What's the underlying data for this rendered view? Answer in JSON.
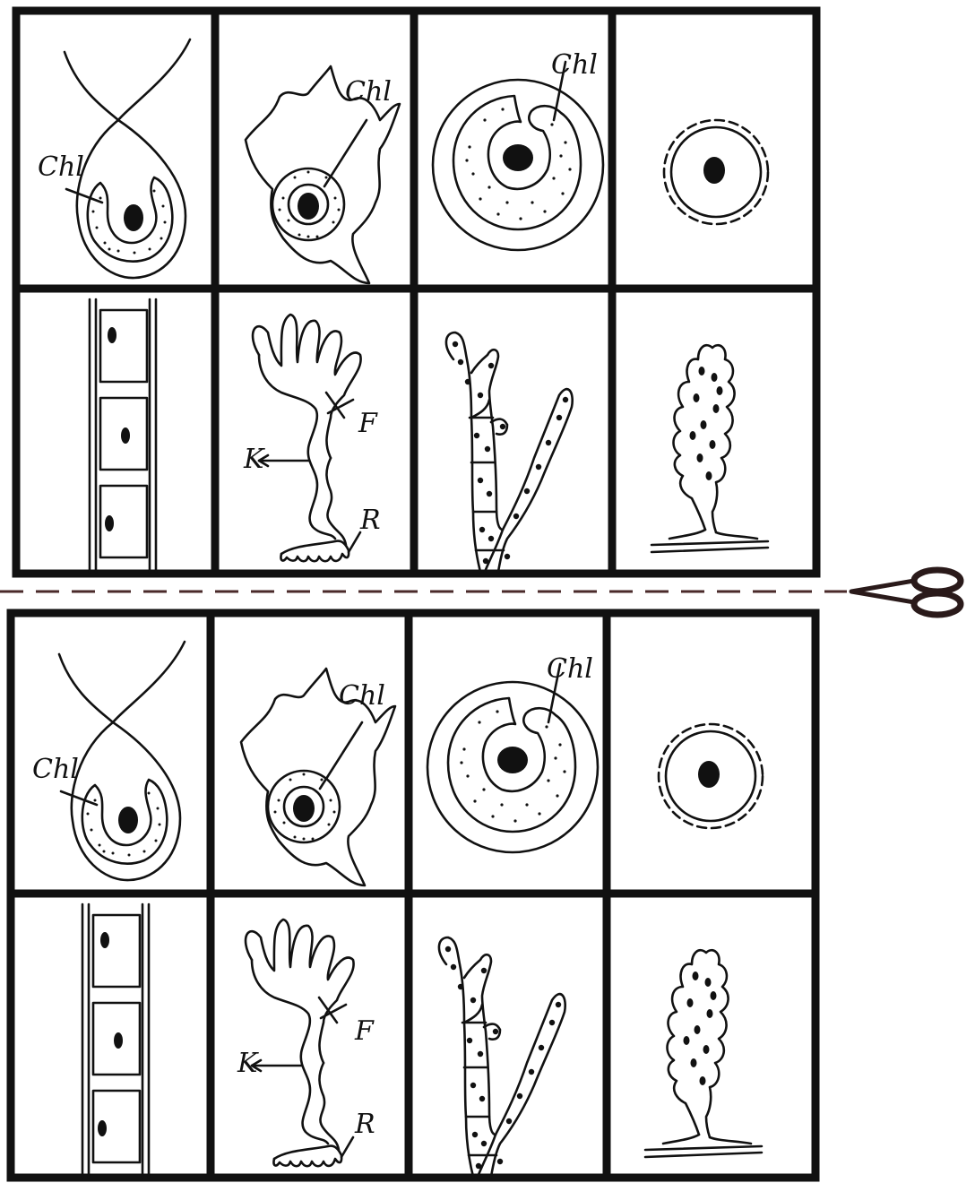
{
  "labels": {
    "chloroplast": "Chl",
    "foot": "F",
    "stem": "K",
    "rhizoid": "R"
  },
  "colors": {
    "ink": "#111111",
    "paper": "#ffffff",
    "cut_line": "#4a2a2a"
  },
  "icons": {
    "cut": "scissors-icon"
  }
}
